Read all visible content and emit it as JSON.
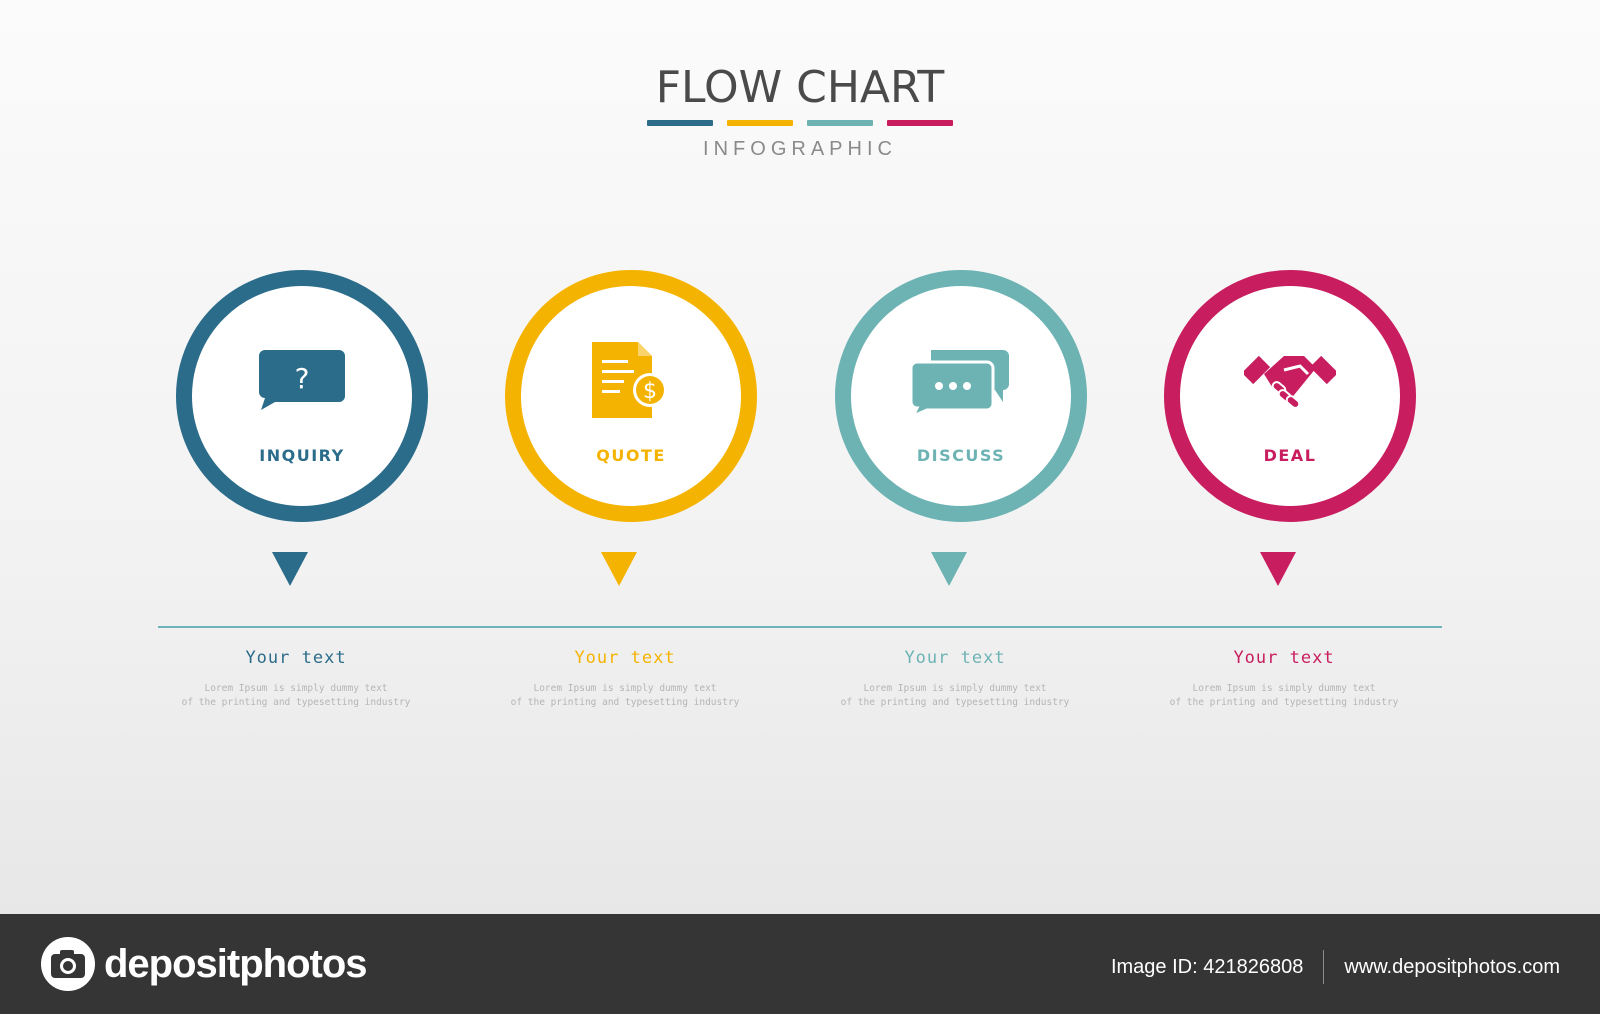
{
  "header": {
    "title": "FLOW CHART",
    "subtitle": "INFOGRAPHIC"
  },
  "colors": {
    "text_dark": "#4a4a4a",
    "subtitle_gray": "#8a8a8a",
    "timeline": "#6fb3b8",
    "footer_bg": "#353535"
  },
  "steps": [
    {
      "label": "INQUIRY",
      "color": "#2b6c8a",
      "icon": "question-chat-icon",
      "caption_title": "Your text",
      "caption_line1": "Lorem Ipsum is simply dummy text",
      "caption_line2": "of the printing and typesetting industry"
    },
    {
      "label": "QUOTE",
      "color": "#f5b301",
      "icon": "invoice-dollar-icon",
      "caption_title": "Your text",
      "caption_line1": "Lorem Ipsum is simply dummy text",
      "caption_line2": "of the printing and typesetting industry"
    },
    {
      "label": "DISCUSS",
      "color": "#6db3b4",
      "icon": "chat-bubbles-icon",
      "caption_title": "Your text",
      "caption_line1": "Lorem Ipsum is simply dummy text",
      "caption_line2": "of the printing and typesetting industry"
    },
    {
      "label": "DEAL",
      "color": "#c81d5e",
      "icon": "handshake-icon",
      "caption_title": "Your text",
      "caption_line1": "Lorem Ipsum is simply dummy text",
      "caption_line2": "of the printing and typesetting industry"
    }
  ],
  "footer": {
    "brand": "depositphotos",
    "image_id": "Image ID: 421826808",
    "website": "www.depositphotos.com"
  }
}
